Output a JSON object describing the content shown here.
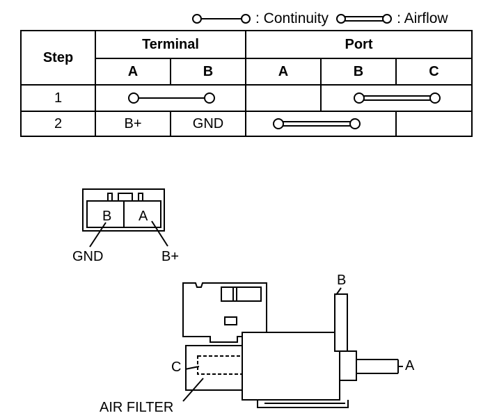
{
  "legend": {
    "continuity_label": ": Continuity",
    "airflow_label": ": Airflow"
  },
  "table": {
    "step_header": "Step",
    "terminal_header": "Terminal",
    "port_header": "Port",
    "terminal_cols": [
      "A",
      "B"
    ],
    "port_cols": [
      "A",
      "B",
      "C"
    ],
    "rows": [
      {
        "step": "1",
        "terminal": {
          "A": "",
          "B": ""
        },
        "terminal_continuity": "A-B",
        "port_airflow": "B-C"
      },
      {
        "step": "2",
        "terminal": {
          "A": "B+",
          "B": "GND"
        },
        "terminal_continuity": "",
        "port_airflow": "A-B"
      }
    ]
  },
  "connector": {
    "pin_b": "B",
    "pin_a": "A",
    "gnd_label": "GND",
    "bplus_label": "B+"
  },
  "valve": {
    "port_a": "A",
    "port_b": "B",
    "port_c": "C",
    "filter_label": "AIR FILTER"
  }
}
